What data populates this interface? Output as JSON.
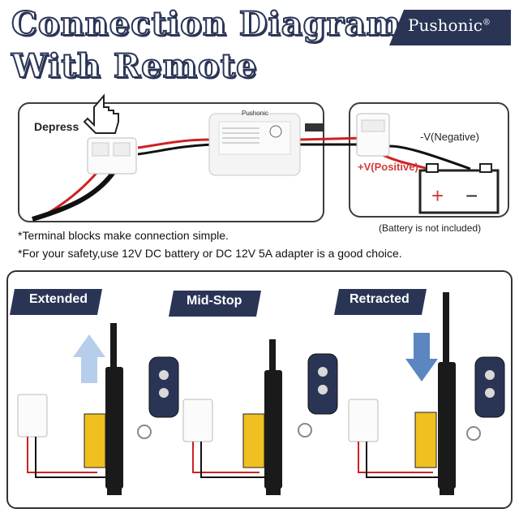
{
  "title": {
    "line1": "Connection Diagram",
    "line2": "With Remote"
  },
  "brand": {
    "name": "Pushonic",
    "mark": "®"
  },
  "diagram": {
    "depress_label": "Depress",
    "negative_label": "-V(Negative)",
    "positive_label": "+V(Positive)",
    "battery_note": "(Battery is not included)",
    "plus_sign": "+",
    "minus_sign": "−"
  },
  "notes": [
    "*Terminal blocks make connection simple.",
    "*For your safety,use 12V DC battery or DC 12V 5A adapter is a good choice."
  ],
  "states": [
    {
      "label": "Extended"
    },
    {
      "label": "Mid-Stop"
    },
    {
      "label": "Retracted"
    }
  ],
  "colors": {
    "navy": "#2a3556",
    "accent_blue": "#3b6ea8",
    "wire_red": "#cc2222",
    "actuator": "#1a1a1a",
    "motor_yellow": "#f0c020"
  }
}
